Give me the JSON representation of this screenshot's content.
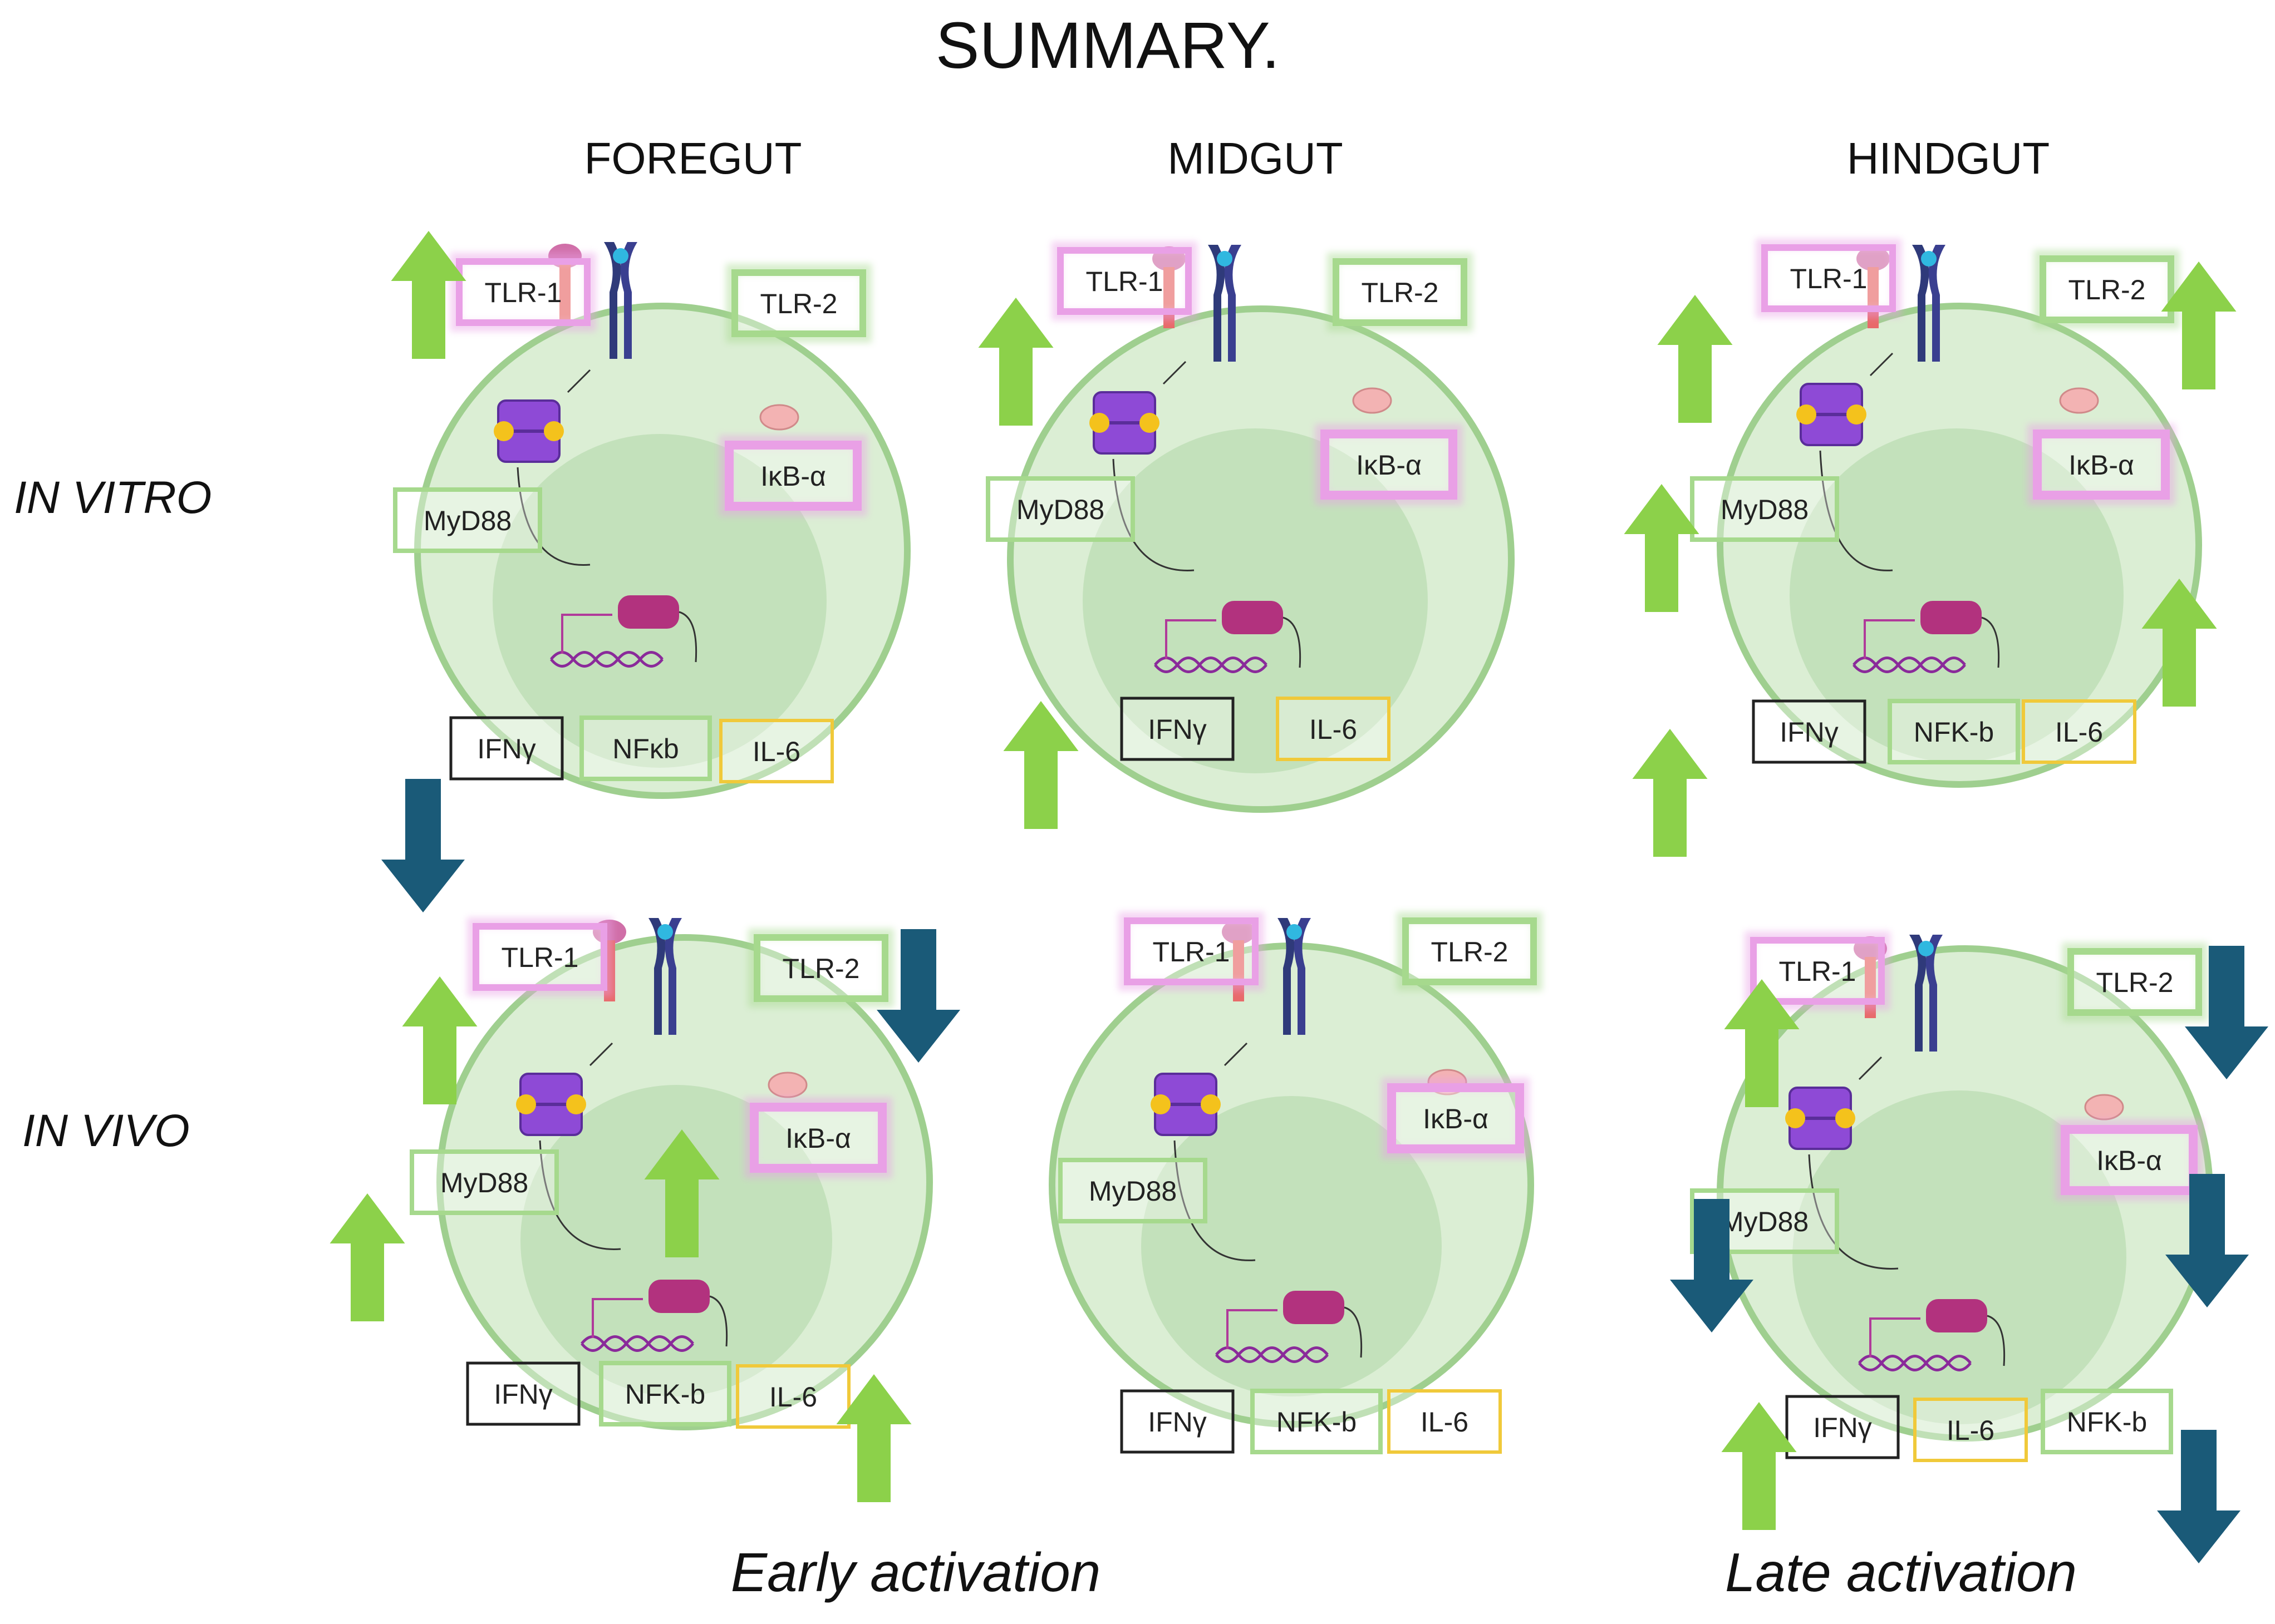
{
  "title": "SUMMARY.",
  "columns": [
    "FOREGUT",
    "MIDGUT",
    "HINDGUT"
  ],
  "rows": [
    "IN VITRO",
    "IN VIVO"
  ],
  "footer": {
    "early": "Early activation",
    "late": "Late activation"
  },
  "labels": {
    "tlr1": "TLR-1",
    "tlr2": "TLR-2",
    "ikba": "IκB-α",
    "myd88": "MyD88",
    "ifng": "IFNγ",
    "il6": "IL-6",
    "nfkb": "NFκb",
    "nfkb_alt": "NFK-b"
  },
  "colors": {
    "up": "#8cd14a",
    "down": "#1a5a78",
    "tlr_box": "#e9a0e6",
    "green_box": "#a6d98d",
    "il6_box": "#f0c93a",
    "ifng_box": "#222222",
    "cell": "#cfe8c6",
    "nucleus": "#b9dcb0"
  },
  "panels": [
    {
      "column": "FOREGUT",
      "row": "IN VITRO",
      "arrows": [
        {
          "gene": "TLR-1",
          "dir": "up"
        },
        {
          "gene": "IFNγ",
          "dir": "down"
        }
      ]
    },
    {
      "column": "MIDGUT",
      "row": "IN VITRO",
      "arrows": [
        {
          "gene": "TLR-1",
          "dir": "up"
        },
        {
          "gene": "IFNγ",
          "dir": "up"
        }
      ]
    },
    {
      "column": "HINDGUT",
      "row": "IN VITRO",
      "arrows": [
        {
          "gene": "TLR-1",
          "dir": "up"
        },
        {
          "gene": "TLR-2",
          "dir": "up"
        },
        {
          "gene": "MyD88",
          "dir": "up"
        },
        {
          "gene": "IκB-α",
          "dir": "up"
        },
        {
          "gene": "IFNγ",
          "dir": "up"
        }
      ]
    },
    {
      "column": "FOREGUT",
      "row": "IN VIVO",
      "arrows": [
        {
          "gene": "TLR-1",
          "dir": "up"
        },
        {
          "gene": "TLR-2",
          "dir": "down"
        },
        {
          "gene": "MyD88",
          "dir": "up"
        },
        {
          "gene": "IκB-α",
          "dir": "up"
        },
        {
          "gene": "IL-6",
          "dir": "up"
        }
      ]
    },
    {
      "column": "MIDGUT",
      "row": "IN VIVO",
      "arrows": []
    },
    {
      "column": "HINDGUT",
      "row": "IN VIVO",
      "arrows": [
        {
          "gene": "TLR-1",
          "dir": "up"
        },
        {
          "gene": "TLR-2",
          "dir": "down"
        },
        {
          "gene": "MyD88",
          "dir": "down"
        },
        {
          "gene": "IκB-α",
          "dir": "down"
        },
        {
          "gene": "IFNγ",
          "dir": "up"
        },
        {
          "gene": "NFK-b",
          "dir": "down"
        }
      ]
    }
  ]
}
